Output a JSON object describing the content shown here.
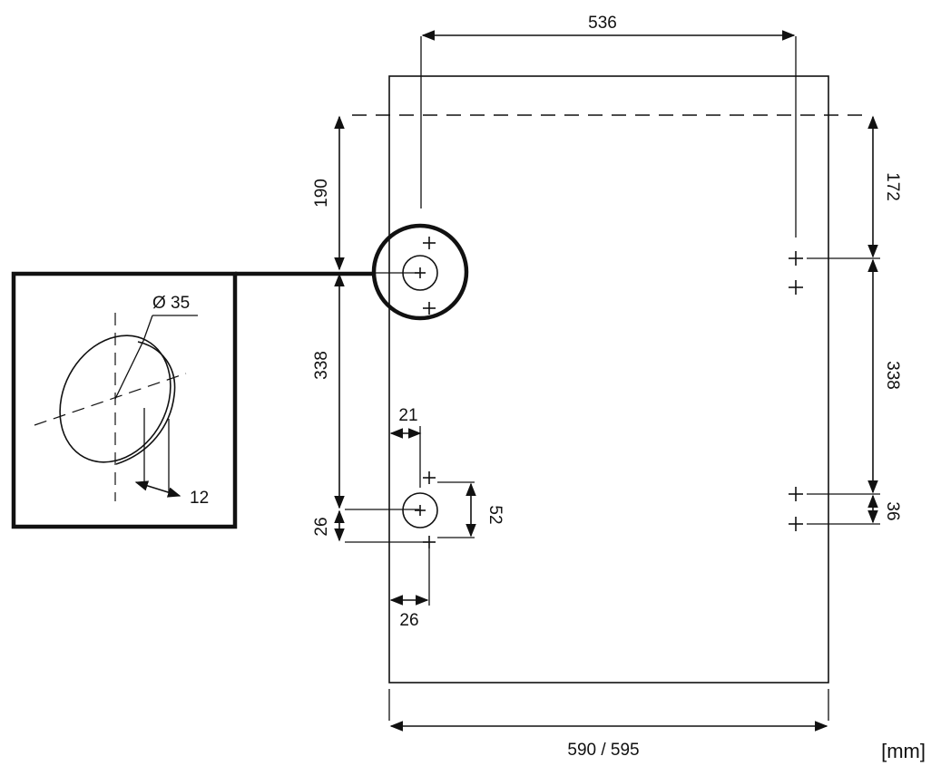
{
  "dimensions": {
    "top_width": "536",
    "left_top_offset": "190",
    "left_mid_span": "338",
    "left_bottom_offset": "26",
    "right_top_offset": "172",
    "right_mid_span": "338",
    "right_bottom_spacing": "36",
    "hole_edge_offset": "21",
    "hole_pair_spacing": "52",
    "hole_lower_offset": "26",
    "overall_width": "590 / 595"
  },
  "detail": {
    "diameter": "Ø 35",
    "depth": "12"
  },
  "unit": "[mm]"
}
